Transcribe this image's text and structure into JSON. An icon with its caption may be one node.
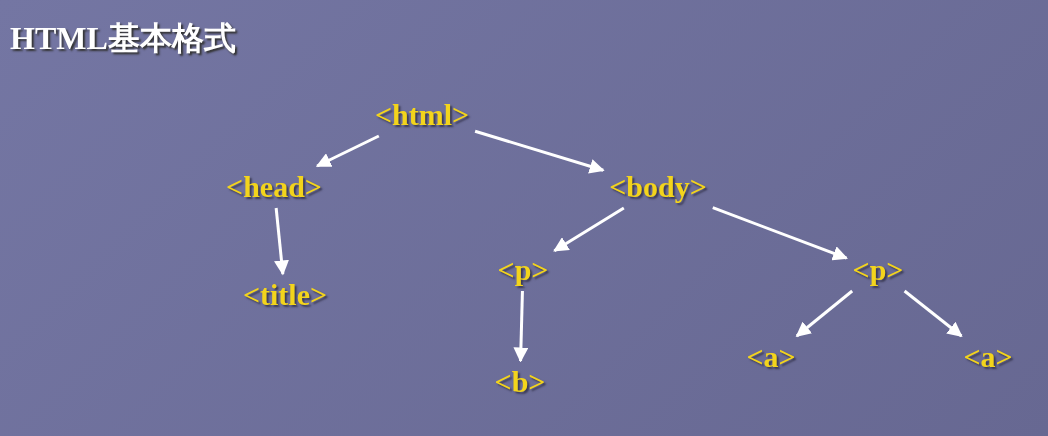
{
  "diagram": {
    "title": "HTML基本格式",
    "nodes": [
      {
        "text": [
          "<html>"
        ]
      },
      {
        "text": [
          "<head>"
        ]
      },
      {
        "text": [
          "<body>"
        ]
      },
      {
        "text": [
          "<title>"
        ]
      },
      {
        "text": [
          "<p>"
        ]
      },
      {
        "text": [
          "<p>"
        ]
      },
      {
        "text": [
          "<b>"
        ]
      },
      {
        "text": [
          "<a>"
        ]
      },
      {
        "text": [
          "<a>"
        ]
      }
    ],
    "edges": [
      {
        "from": 0,
        "to": 1,
        "arrow": "to"
      },
      {
        "from": 0,
        "to": 2,
        "arrow": "to"
      },
      {
        "from": 1,
        "to": 3,
        "arrow": "to"
      },
      {
        "from": 2,
        "to": 4,
        "arrow": "to"
      },
      {
        "from": 2,
        "to": 5,
        "arrow": "to"
      },
      {
        "from": 4,
        "to": 6,
        "arrow": "to"
      },
      {
        "from": 5,
        "to": 7,
        "arrow": "to"
      },
      {
        "from": 5,
        "to": 8,
        "arrow": "to"
      }
    ]
  }
}
